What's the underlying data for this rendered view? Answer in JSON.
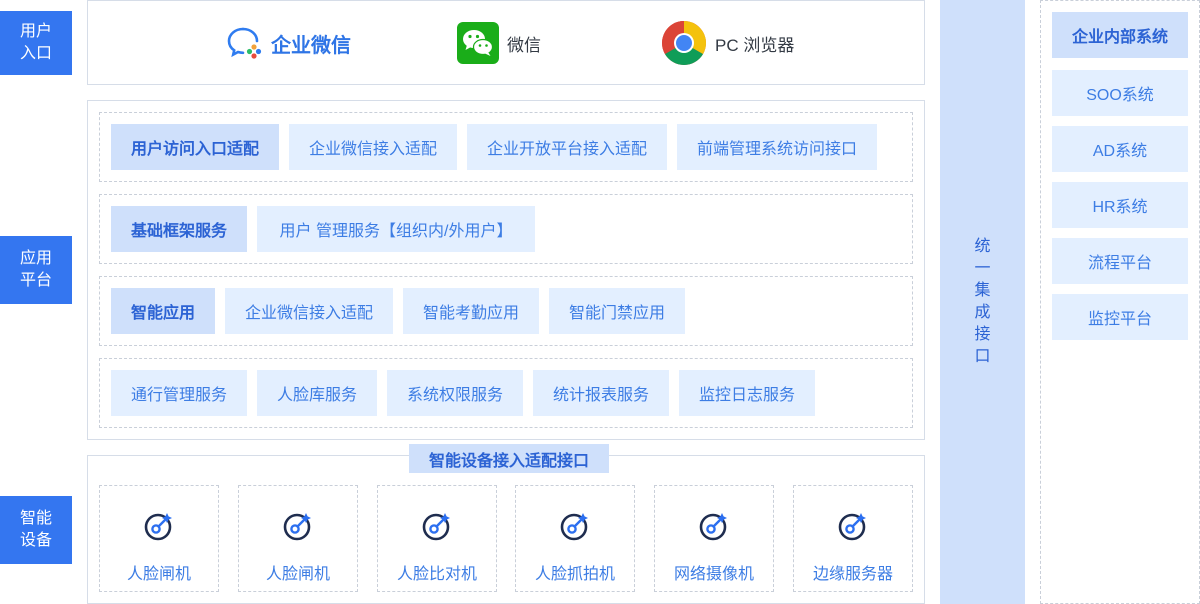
{
  "side_tags": [
    {
      "lines": [
        "用户",
        "入口"
      ]
    },
    {
      "lines": [
        "应用",
        "平台"
      ]
    },
    {
      "lines": [
        "智能",
        "设备"
      ]
    }
  ],
  "entry_points": [
    {
      "label": "企业微信",
      "icon": "wecom-icon"
    },
    {
      "label": "微信",
      "icon": "wechat-icon"
    },
    {
      "label": "PC 浏览器",
      "icon": "chrome-icon"
    }
  ],
  "platform_rows": [
    {
      "items": [
        "用户访问入口适配",
        "企业微信接入适配",
        "企业开放平台接入适配",
        "前端管理系统访问接口"
      ]
    },
    {
      "items": [
        "基础框架服务",
        "用户 管理服务【组织内/外用户】"
      ]
    },
    {
      "items": [
        "智能应用",
        "企业微信接入适配",
        "智能考勤应用",
        "智能门禁应用"
      ]
    },
    {
      "items": [
        "通行管理服务",
        "人脸库服务",
        "系统权限服务",
        "统计报表服务",
        "监控日志服务"
      ]
    }
  ],
  "device_interface": "智能设备接入适配接口",
  "devices": [
    {
      "label": "人脸闸机",
      "icon": "camera-lens-icon"
    },
    {
      "label": "人脸闸机",
      "icon": "camera-lens-icon"
    },
    {
      "label": "人脸比对机",
      "icon": "camera-lens-icon"
    },
    {
      "label": "人脸抓拍机",
      "icon": "camera-lens-icon"
    },
    {
      "label": "网络摄像机",
      "icon": "camera-lens-icon"
    },
    {
      "label": "边缘服务器",
      "icon": "camera-lens-icon"
    }
  ],
  "integration_column": "统一集成接口",
  "internal_systems": [
    "企业内部系统",
    "SOO系统",
    "AD系统",
    "HR系统",
    "流程平台",
    "监控平台"
  ],
  "colors": {
    "accent": "#3476f0",
    "chip_bg": "#e3efff",
    "chip_head_bg": "#cfe0fb",
    "text_blue": "#3d7de4"
  }
}
